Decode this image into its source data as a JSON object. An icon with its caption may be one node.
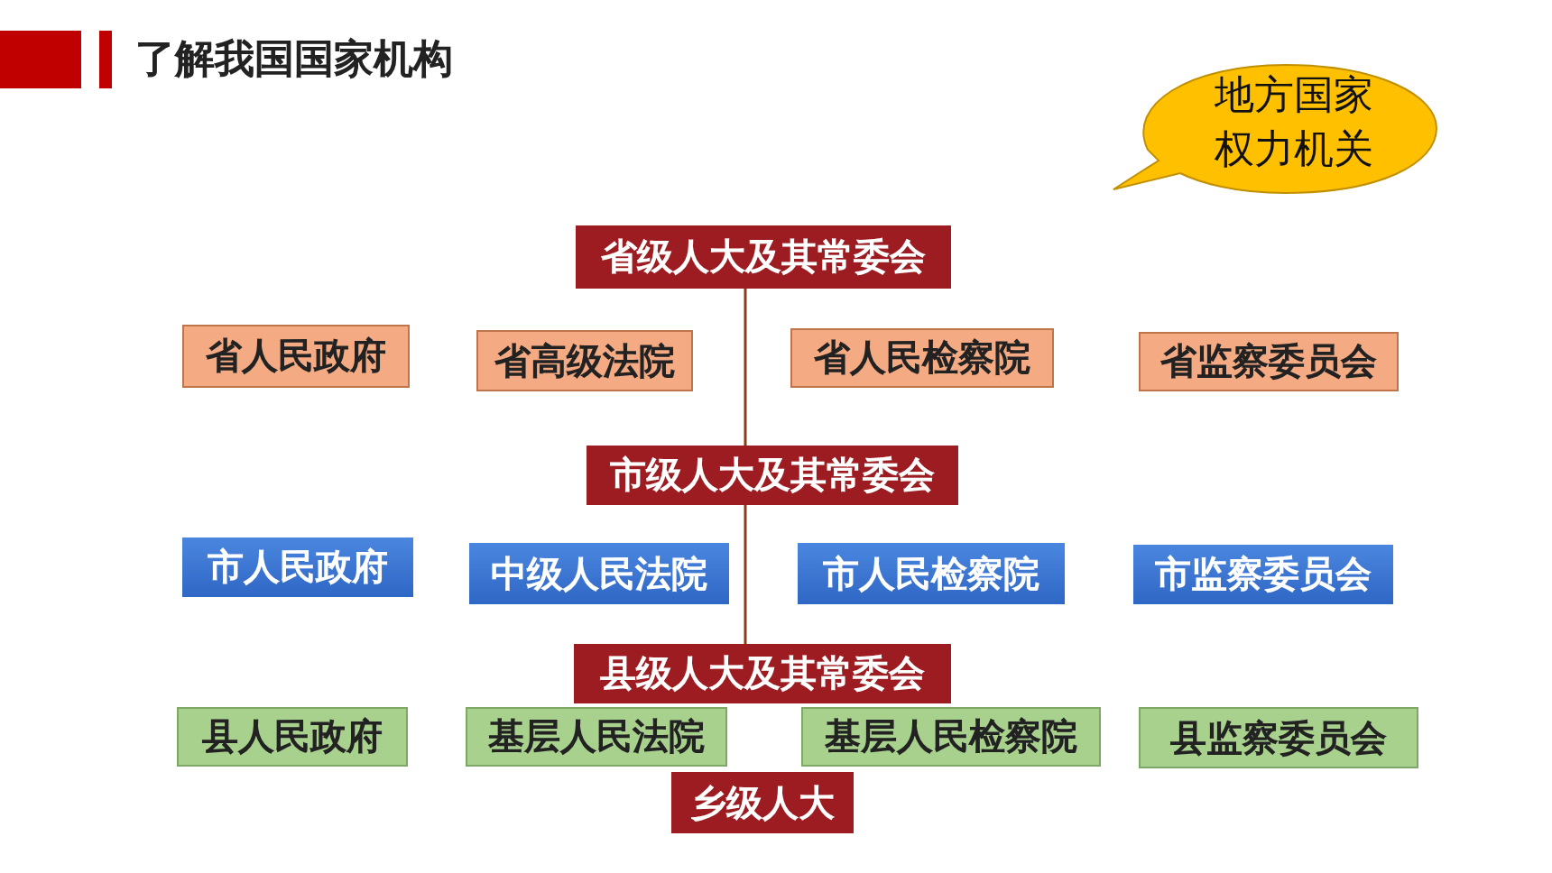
{
  "diagram": {
    "title": "了解我国国家机构",
    "nodes": [
      {
        "text": [
          "地方国家权力机关"
        ]
      },
      {
        "text": [
          "省级人大及其常委会"
        ]
      },
      {
        "text": [
          "省人民政府"
        ]
      },
      {
        "text": [
          "省高级法院"
        ]
      },
      {
        "text": [
          "省人民检察院"
        ]
      },
      {
        "text": [
          "省监察委员会"
        ]
      },
      {
        "text": [
          "市级人大及其常委会"
        ]
      },
      {
        "text": [
          "市人民政府"
        ]
      },
      {
        "text": [
          "中级人民法院"
        ]
      },
      {
        "text": [
          "市人民检察院"
        ]
      },
      {
        "text": [
          "市监察委员会"
        ]
      },
      {
        "text": [
          "县级人大及其常委会"
        ]
      },
      {
        "text": [
          "县人民政府"
        ]
      },
      {
        "text": [
          "基层人民法院"
        ]
      },
      {
        "text": [
          "基层人民检察院"
        ]
      },
      {
        "text": [
          "县监察委员会"
        ]
      },
      {
        "text": [
          "乡级人大"
        ]
      }
    ],
    "edges": [
      {
        "from": 1,
        "to": 6,
        "arrow": "none"
      },
      {
        "from": 6,
        "to": 11,
        "arrow": "none"
      }
    ]
  }
}
